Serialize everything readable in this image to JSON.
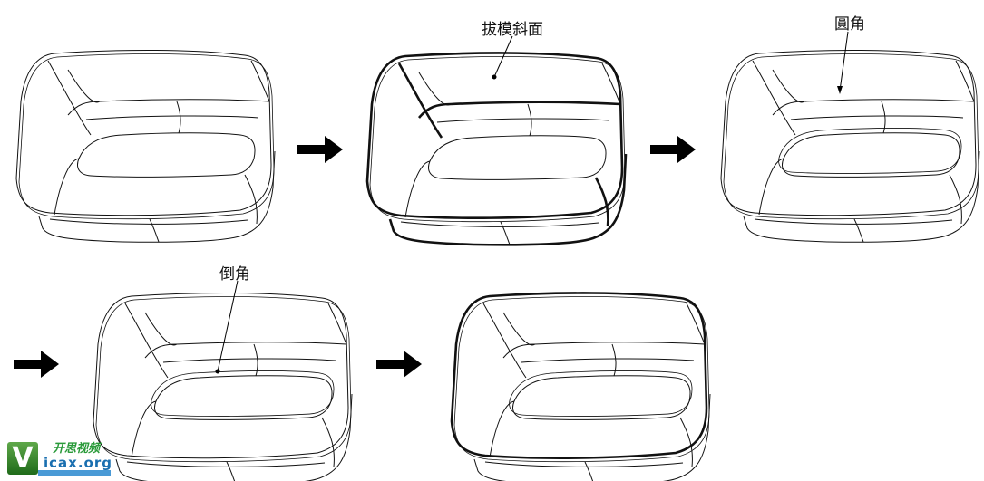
{
  "labels": {
    "draft": "拔模斜面",
    "fillet": "圓角",
    "chamfer": "倒角"
  },
  "watermark": {
    "logo": "V",
    "cn": "开思视频",
    "site": "icax.org"
  },
  "steps": [
    "original",
    "draft",
    "fillet",
    "chamfer",
    "shell"
  ],
  "colors": {
    "line": "#111111",
    "background": "#ffffff"
  }
}
